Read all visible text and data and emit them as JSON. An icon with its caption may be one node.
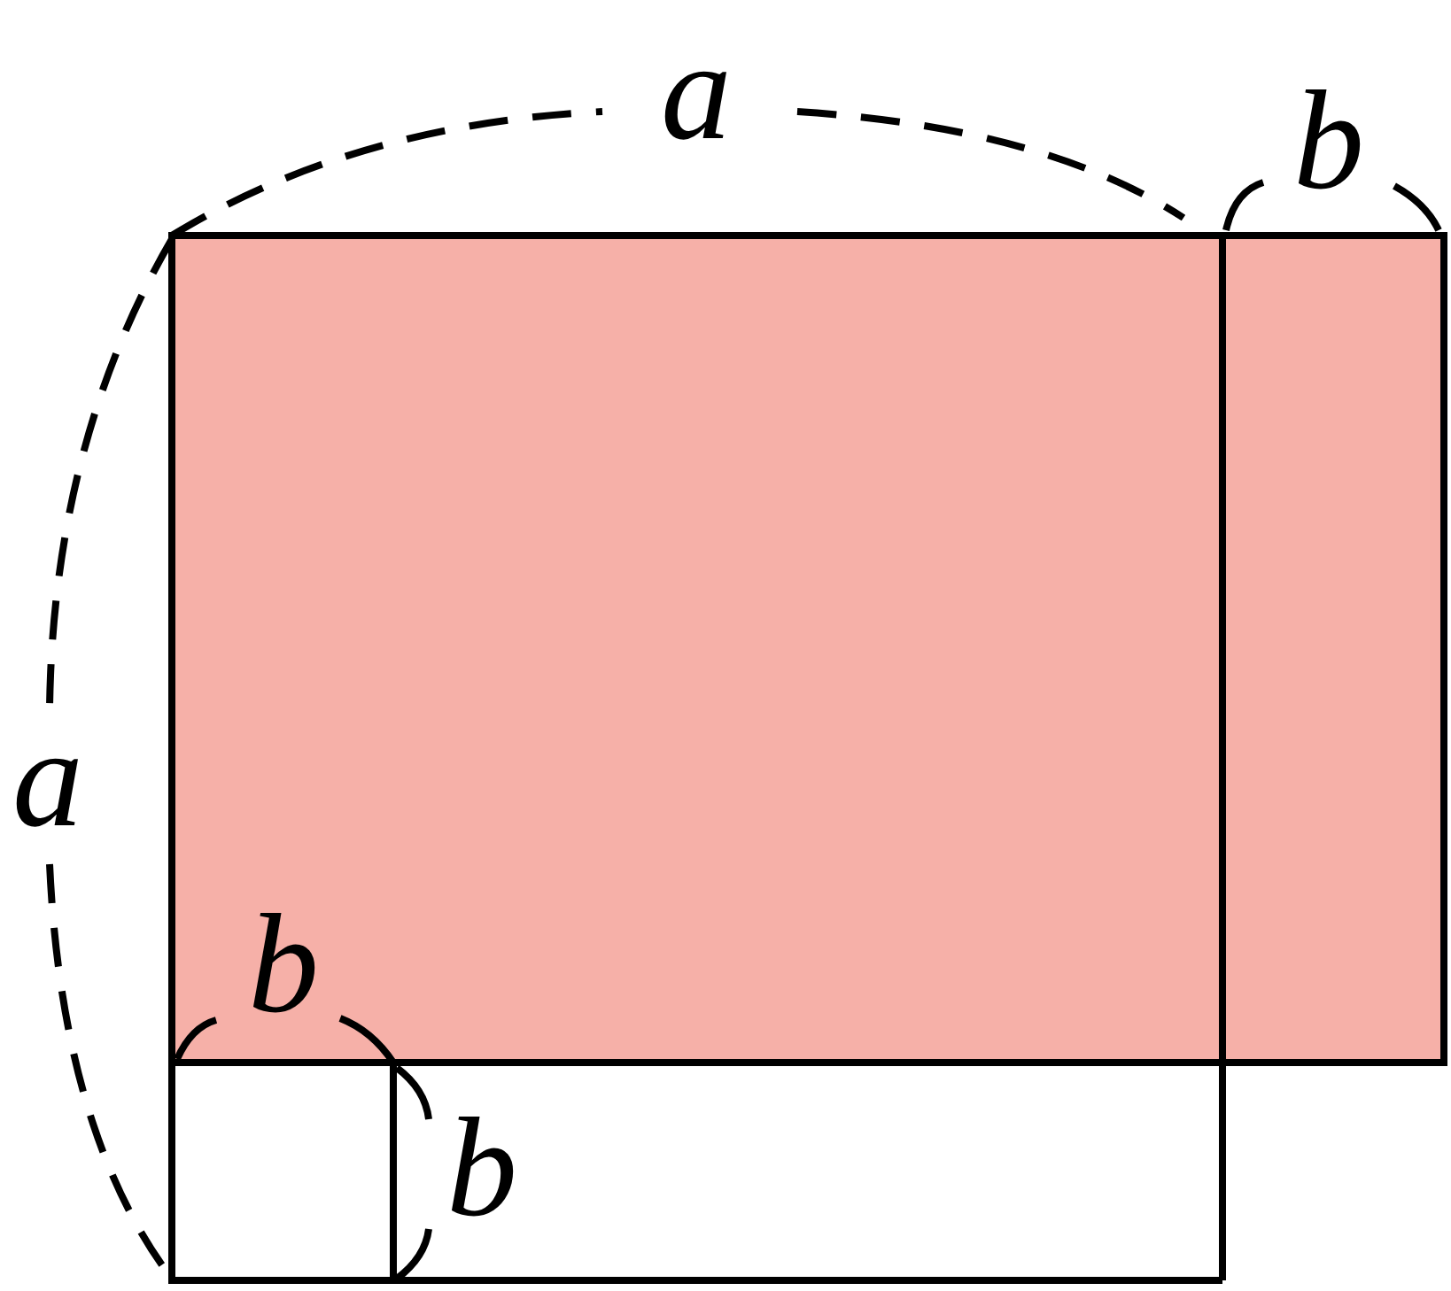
{
  "diagram": {
    "labels": [
      "a",
      "b",
      "a",
      "b",
      "b"
    ]
  }
}
